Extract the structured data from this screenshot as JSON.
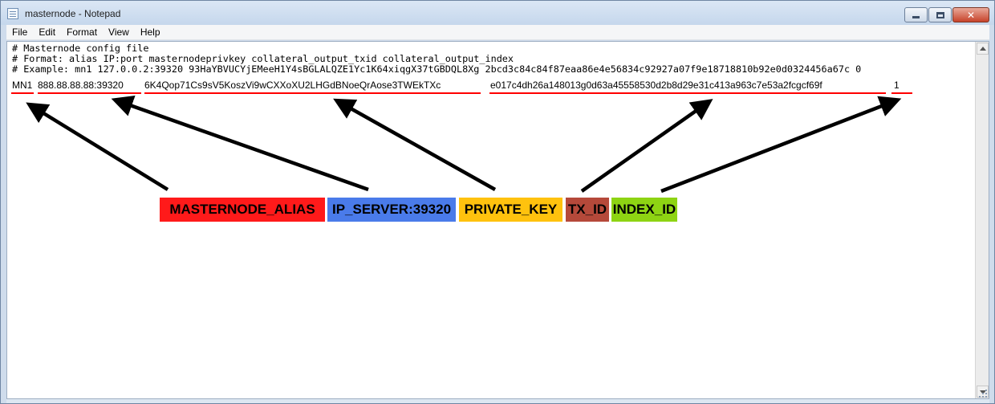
{
  "window": {
    "title": "masternode - Notepad",
    "icon": "notepad-icon",
    "controls": {
      "minimize": "minimize-icon",
      "maximize": "maximize-icon",
      "close_glyph": "✕"
    }
  },
  "menu": [
    "File",
    "Edit",
    "Format",
    "View",
    "Help"
  ],
  "document": {
    "lines": [
      "# Masternode config file",
      "# Format: alias IP:port masternodeprivkey collateral_output_txid collateral_output_index",
      "# Example: mn1 127.0.0.2:39320 93HaYBVUCYjEMeeH1Y4sBGLALQZE1Yc1K64xiqgX37tGBDQL8Xg 2bcd3c84c84f87eaa86e4e56834c92927a07f9e18718810b92e0d0324456a67c 0"
    ],
    "config_line": {
      "alias": "MN1",
      "ip_port": "888.88.88.88:39320",
      "private_key": "6K4Qop71Cs9sV5KoszVi9wCXXoXU2LHGdBNoeQrAose3TWEkTXc",
      "tx_id": "e017c4dh26a148013g0d63a45558530d2b8d29e31c413a963c7e53a2fcgcf69f",
      "index": "1"
    }
  },
  "annotations": [
    {
      "label": "MASTERNODE_ALIAS",
      "color": "#ff1a1a",
      "points_to": "alias"
    },
    {
      "label": "IP_SERVER:39320",
      "color": "#4a7bea",
      "points_to": "ip_port"
    },
    {
      "label": "PRIVATE_KEY",
      "color": "#ffc20e",
      "points_to": "private_key"
    },
    {
      "label": "TX_ID",
      "color": "#b5493a",
      "points_to": "tx_id"
    },
    {
      "label": "INDEX_ID",
      "color": "#8ed413",
      "points_to": "index"
    }
  ],
  "colors": {
    "underline": "#ff0000",
    "arrow": "#000000",
    "window_frame": "#cfdcec",
    "close_button": "#c7432a"
  }
}
